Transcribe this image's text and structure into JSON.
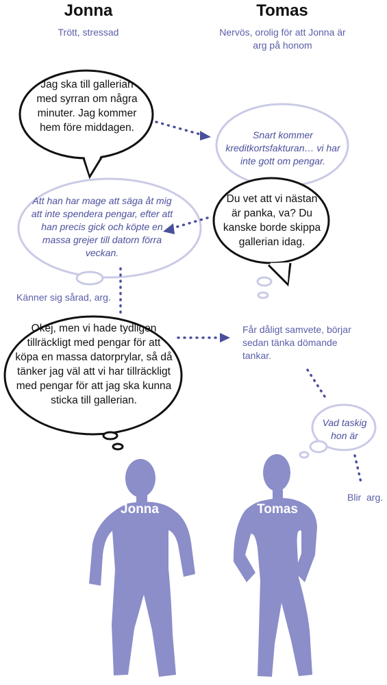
{
  "jonna": {
    "name": "Jonna",
    "state": "Trött, stressad",
    "speech1": "Jag ska till gallerian med syrran om några minuter. Jag kommer hem före middagen.",
    "thought": "Att han har mage att säga åt mig att inte spendera pengar, efter att han precis gick och köpte en massa grejer till datorn förra veckan.",
    "feeling": "Känner sig sårad, arg.",
    "speech2": "Okej, men vi hade tydligen tillräckligt med pengar för att köpa en massa datorprylar, så då tänker jag väl att vi har tillräckligt med pengar för att jag ska kunna sticka till gallerian.",
    "figure_label": "Jonna"
  },
  "tomas": {
    "name": "Tomas",
    "state": "Nervös, orolig för att Jonna är arg på honom",
    "thought1": "Snart kommer kreditkortsfakturan… vi har inte gott om pengar.",
    "speech": "Du vet att vi nästan är panka, va? Du kanske borde skippa gallerian idag.",
    "reaction": "Får dåligt samvete, börjar sedan tänka dömande tankar.",
    "thought2": "Vad taskig hon är",
    "result": "Blir  arg.",
    "figure_label": "Tomas"
  },
  "colors": {
    "figure": "#8b8ec9",
    "thought_outline": "#c9cae6",
    "arrow": "#4a4f9c",
    "accent_text": "#5a5ea8"
  }
}
